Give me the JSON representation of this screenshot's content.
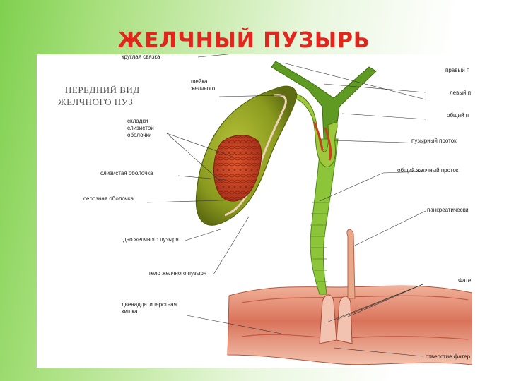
{
  "title": "ЖЕЛЧНЫЙ ПУЗЫРЬ",
  "view_heading": [
    "ПЕРЕДНИЙ ВИД",
    "ЖЕЛЧНОГО ПУЗ"
  ],
  "labels": {
    "round_ligament": "круглая связка",
    "neck": [
      "шейка",
      "желчного"
    ],
    "folds": [
      "складки",
      "слизистой",
      "оболочки"
    ],
    "mucosa": "слизистая оболочка",
    "serosa": "серозная оболочка",
    "fundus": "дно желчного пузыря",
    "body": "тело желчного пузыря",
    "duodenum": [
      "двенадцатиперстная",
      "кишка"
    ],
    "right_duct": "правый п",
    "left_duct": "левый п",
    "common_hepatic": "общий п",
    "cystic_duct": "пузырный проток",
    "common_bile_duct": "общий желчный проток",
    "pancreatic": "панкреатически",
    "vater": "Фате",
    "vater_opening": "отверстие фатер"
  },
  "colors": {
    "title": "#e0261d",
    "gallbladder": "#8a9a1e",
    "mucosa": "#c8401e",
    "duct": "#79b42a",
    "intestine": "#d9735a"
  }
}
